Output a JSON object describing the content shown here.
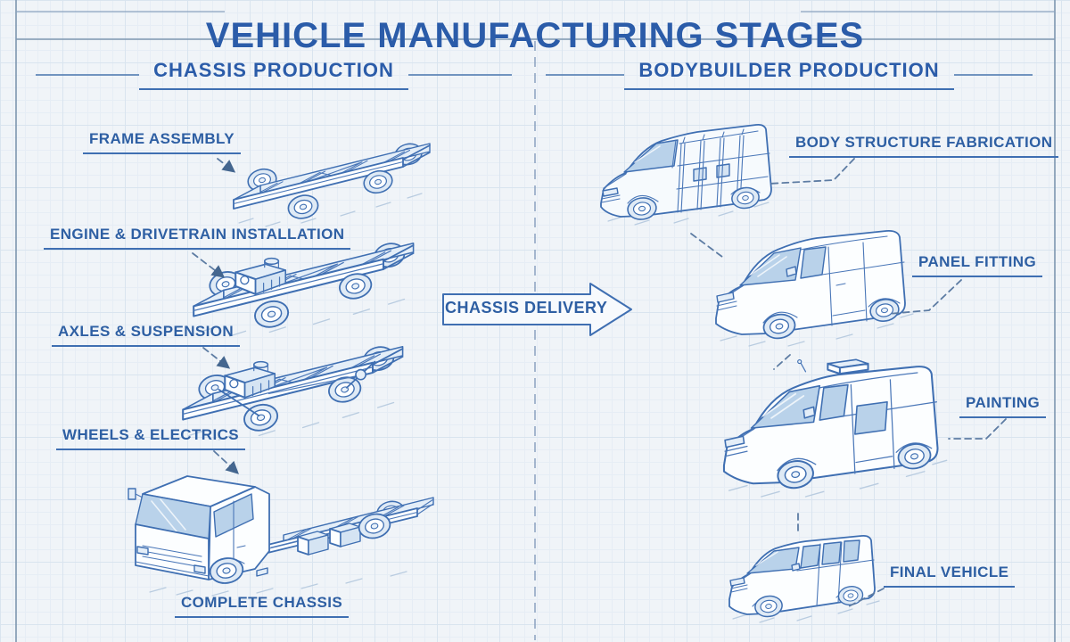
{
  "title": "VEHICLE MANUFACTURING STAGES",
  "columns": {
    "left": {
      "header": "CHASSIS PRODUCTION",
      "stages": [
        {
          "label": "FRAME ASSEMBLY",
          "illustration": "ladder-frame-chassis"
        },
        {
          "label": "ENGINE & DRIVETRAIN INSTALLATION",
          "illustration": "chassis-with-engine"
        },
        {
          "label": "AXLES & SUSPENSION",
          "illustration": "chassis-with-axles"
        },
        {
          "label": "WHEELS & ELECTRICS",
          "illustration": "truck-cab-on-chassis"
        },
        {
          "label": "COMPLETE CHASSIS",
          "illustration": "truck-cab-on-chassis"
        }
      ]
    },
    "right": {
      "header": "BODYBUILDER PRODUCTION",
      "stages": [
        {
          "label": "BODY STRUCTURE FABRICATION",
          "illustration": "van-body-skeleton"
        },
        {
          "label": "PANEL FITTING",
          "illustration": "van-with-panels"
        },
        {
          "label": "PAINTING",
          "illustration": "painted-van-roof-vent"
        },
        {
          "label": "FINAL VEHICLE",
          "illustration": "finished-minibus"
        }
      ]
    }
  },
  "flow": {
    "arrow_label": "CHASSIS DELIVERY"
  },
  "style": {
    "accent_blue": "#2b5ca9",
    "label_blue": "#2e5fa3",
    "line_art_blue": "#3f6fb2",
    "leader_blue_gray": "#5d7ca3",
    "glass_blue": "#b9d2ea",
    "background": "#f0f4f8",
    "grid_line": "#d9e4ef"
  }
}
